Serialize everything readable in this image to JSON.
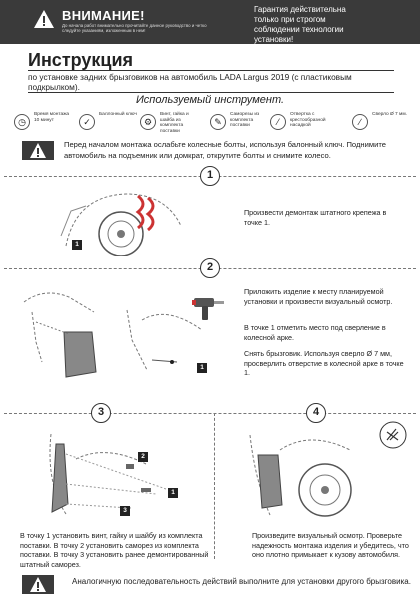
{
  "header": {
    "attention": "ВНИМАНИЕ!",
    "note": "До начала работ внимательно прочитайте данное руководство и четко следуйте указаниям, изложенным в нем!",
    "guarantee": "Гарантия действительна только при строгом соблюдении технологии установки!"
  },
  "title": "Инструкция",
  "subtitle": "по установке задних брызговиков на автомобиль LADA Largus 2019 (с пластиковым подкрылком).",
  "tools_heading": "Используемый инструмент.",
  "tools": [
    {
      "icon": "clock-icon",
      "glyph": "◷",
      "label": "Время монтажа 10 минут"
    },
    {
      "icon": "wrench-icon",
      "glyph": "✓",
      "label": "Баллонный ключ"
    },
    {
      "icon": "screw-kit-icon",
      "glyph": "⚙",
      "label": "Винт, гайка и шайба из комплекта поставки"
    },
    {
      "icon": "self-tapping-screw-icon",
      "glyph": "✎",
      "label": "Саморезы из комплекта поставки"
    },
    {
      "icon": "screwdriver-icon",
      "glyph": "⁄",
      "label": "Отвертка с крестообразной насадкой"
    },
    {
      "icon": "drill-bit-icon",
      "glyph": "∕",
      "label": "Сверло Ø 7 мм."
    }
  ],
  "caution": "Перед началом монтажа ослабьте колесные болты, используя балонный ключ. Поднимите автомобиль на подъемник или домкрат, открутите болты и снимите колесо.",
  "steps": [
    {
      "number": "1",
      "callouts": [
        "1"
      ],
      "text": "Произвести демонтаж штатного крепежа в точке 1."
    },
    {
      "number": "2",
      "callouts": [
        "1"
      ],
      "text_a": "Приложить изделие к месту планируемой установки и произвести визуальный осмотр.",
      "text_b": "В точке 1 отметить место под сверление в колесной арке.",
      "text_c": "Снять брызговик. Используя сверло Ø 7 мм, просверлить отверстие в колесной арке в точке 1."
    },
    {
      "number": "3",
      "callouts": [
        "2",
        "1",
        "3"
      ],
      "text": "В точку 1 установить винт, гайку и шайбу из комплекта поставки. В точку 2 установить саморез из комплекта поставки. В точку 3 установить ранее демонтированный штатный саморез."
    },
    {
      "number": "4",
      "callouts": [],
      "text": "Произведите визуальный осмотр. Проверьте надежность монтажа изделия и убедитесь, что оно плотно примыкает к кузову автомобиля."
    }
  ],
  "footer": "Аналогичную последовательность действий выполните для установки другого брызговика."
}
